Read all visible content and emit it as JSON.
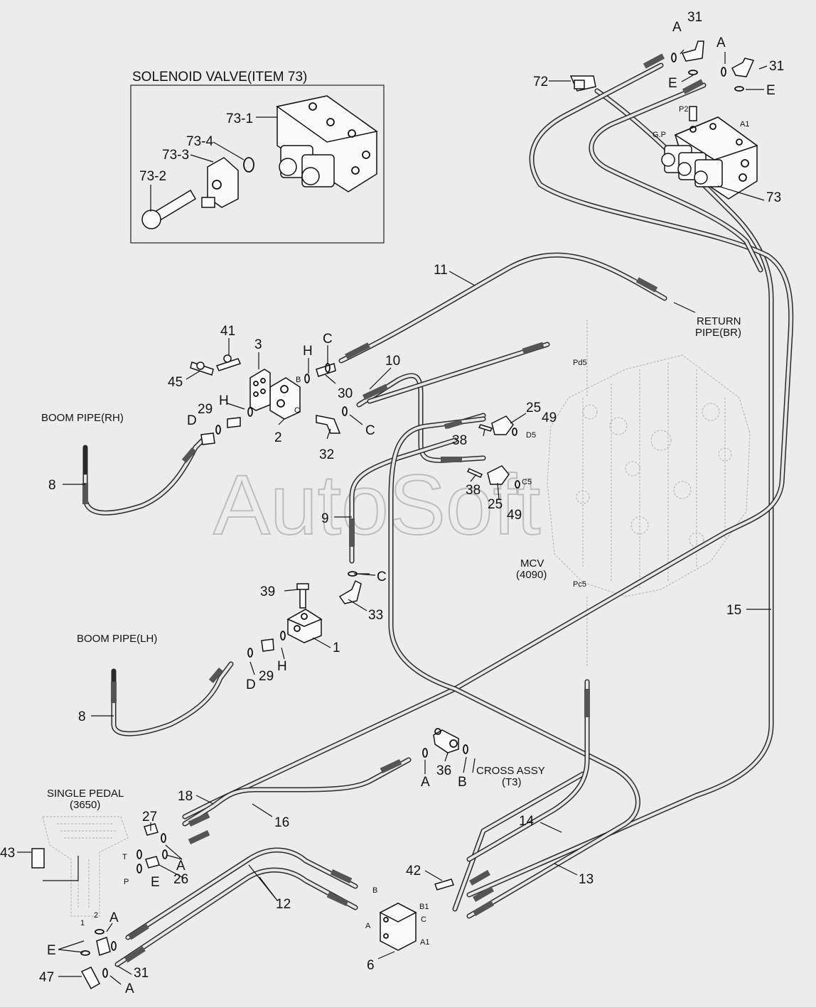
{
  "inset": {
    "title": "SOLENOID VALVE(ITEM 73)",
    "labels": [
      "73-1",
      "73-4",
      "73-3",
      "73-2"
    ]
  },
  "watermark": "AutoSoft",
  "callouts": {
    "c31a": "31",
    "c31b": "31",
    "c31c": "31",
    "cA1": "A",
    "cA2": "A",
    "cA3": "A",
    "cA4": "A",
    "cA5": "A",
    "cA6": "A",
    "cE1": "E",
    "cE2": "E",
    "cE3": "E",
    "cE4": "E",
    "c72": "72",
    "c73": "73",
    "c11": "11",
    "c41": "41",
    "c3": "3",
    "c45": "45",
    "cH1": "H",
    "cH2": "H",
    "cH3": "H",
    "cC1": "C",
    "cC2": "C",
    "cC3": "C",
    "c30": "30",
    "c10": "10",
    "c29a": "29",
    "c29b": "29",
    "cD1": "D",
    "cD2": "D",
    "c2": "2",
    "c32": "32",
    "c8a": "8",
    "c8b": "8",
    "c25a": "25",
    "c25b": "25",
    "c49a": "49",
    "c49b": "49",
    "c38a": "38",
    "c38b": "38",
    "c9": "9",
    "c39": "39",
    "c33": "33",
    "c1": "1",
    "c15": "15",
    "c36": "36",
    "cB1": "B",
    "c18": "18",
    "c16": "16",
    "c27": "27",
    "c43": "43",
    "c26": "26",
    "c14": "14",
    "c42": "42",
    "c13": "13",
    "c12": "12",
    "c6": "6",
    "c47": "47"
  },
  "ports": {
    "p_P2": "P2",
    "p_GP": "G.P",
    "p_A1t": "A1",
    "p_B": "B",
    "p_C": "C",
    "p_Pd5": "Pd5",
    "p_D5": "D5",
    "p_C5": "C5",
    "p_Pc5": "Pc5",
    "p_T": "T",
    "p_P": "P",
    "p_2": "2",
    "p_1": "1",
    "p_Bb": "B",
    "p_Ab": "A",
    "p_B1": "B1",
    "p_Cb": "C",
    "p_A1b": "A1"
  },
  "notes": {
    "return1": "RETURN",
    "return2": "PIPE(BR)",
    "boomrh": "BOOM PIPE(RH)",
    "boomlh": "BOOM PIPE(LH)",
    "mcv1": "MCV",
    "mcv2": "(4090)",
    "cross1": "CROSS ASSY",
    "cross2": "(T3)",
    "pedal1": "SINGLE PEDAL",
    "pedal2": "(3650)"
  }
}
